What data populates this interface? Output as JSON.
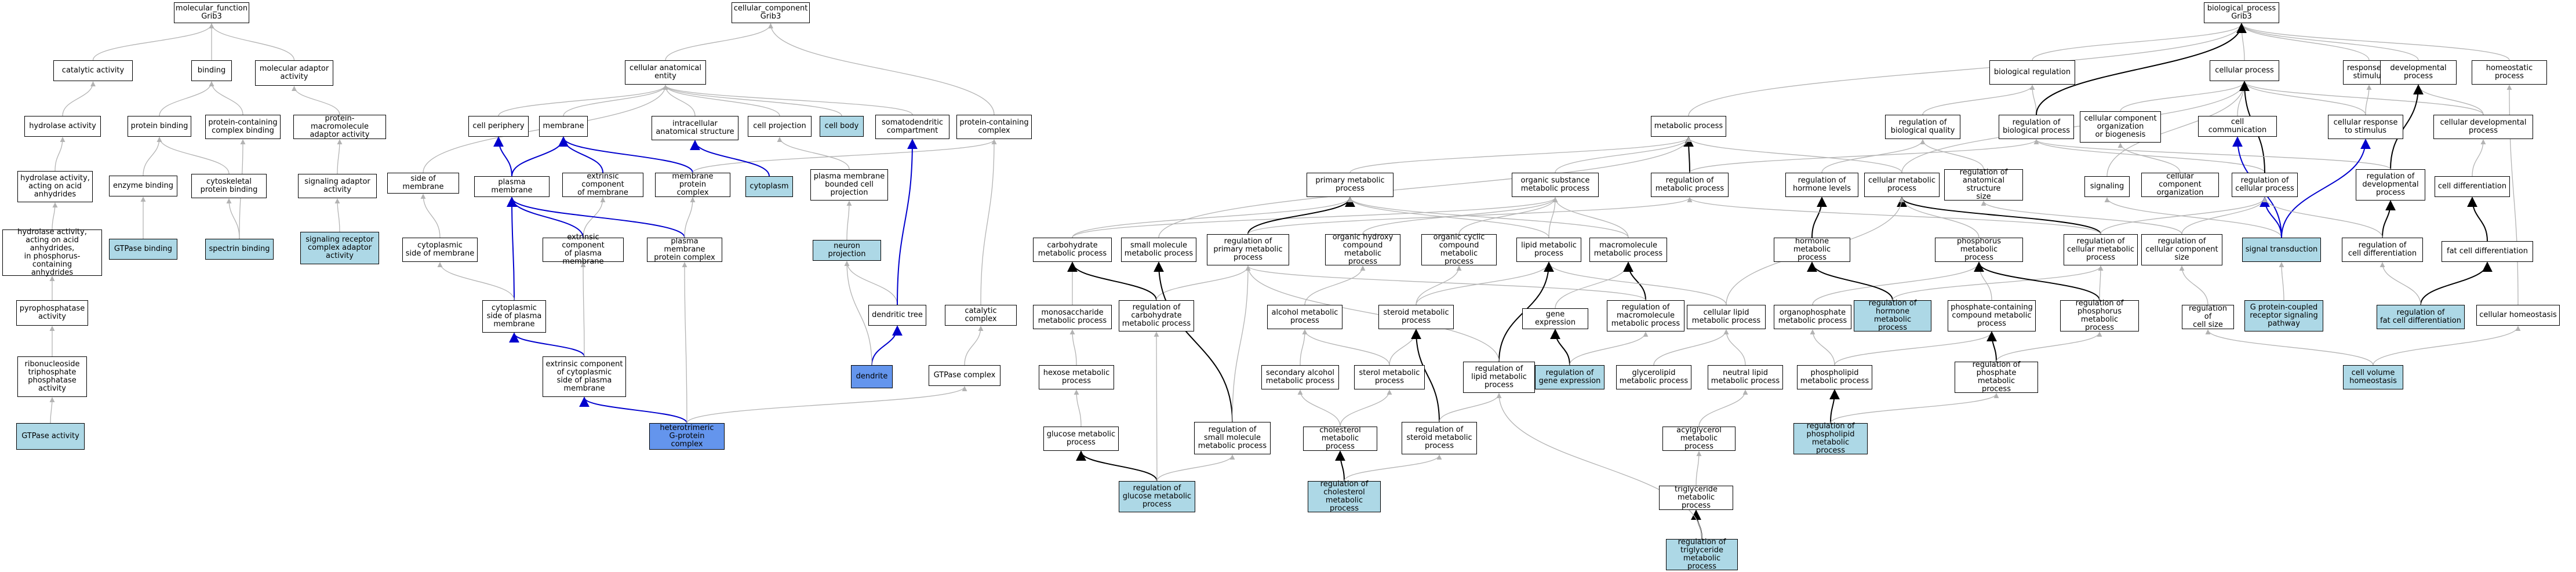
{
  "colors": {
    "highlight": "#add8e6",
    "highlight_dark": "#6495ed",
    "edge_gray": "#b3b3b3",
    "edge_black": "#000000",
    "edge_blue": "#0000cd"
  },
  "nodes": {
    "mf": "molecular_function\nGrib3",
    "cc": "cellular_component\nGrib3",
    "bp": "biological_process\nGrib3",
    "catalytic": "catalytic activity",
    "binding": "binding",
    "molAdaptor": "molecular adaptor\nactivity",
    "hydrolase": "hydrolase activity",
    "proteinBinding": "protein binding",
    "pcBinding": "protein-containing\ncomplex binding",
    "pmAdaptor": "protein-macromolecule\nadaptor activity",
    "hydAcid": "hydrolase activity,\nacting on acid\nanhydrides",
    "enzymeBinding": "enzyme binding",
    "cytoskBinding": "cytoskeletal\nprotein binding",
    "sigAdaptor": "signaling adaptor\nactivity",
    "hydPhos": "hydrolase activity,\nacting on acid\nanhydrides,\nin phosphorus-containing\nanhydrides",
    "gtpaseBinding": "GTPase binding",
    "spectrin": "spectrin binding",
    "srcAdaptor": "signaling receptor\ncomplex adaptor\nactivity",
    "pyro": "pyrophosphatase\nactivity",
    "ribo": "ribonucleoside\ntriphosphate\nphosphatase\nactivity",
    "gtpaseAct": "GTPase activity",
    "cae": "cellular anatomical\nentity",
    "cellPeriphery": "cell periphery",
    "membrane": "membrane",
    "intracellular": "intracellular\nanatomical structure",
    "cellProjection": "cell projection",
    "cellBody": "cell body",
    "somato": "somatodendritic\ncompartment",
    "pcComplex": "protein-containing\ncomplex",
    "sideMembrane": "side of membrane",
    "plasmaMembrane": "plasma membrane",
    "extrinsicMembrane": "extrinsic component\nof membrane",
    "mpComplex": "membrane protein\ncomplex",
    "cytoplasm": "cytoplasm",
    "pmbProjection": "plasma membrane\nbounded cell\nprojection",
    "cytoSide": "cytoplasmic\nside of membrane",
    "extrinsicPM": "extrinsic component\nof plasma membrane",
    "pmpComplex": "plasma membrane\nprotein complex",
    "neuronProj": "neuron projection",
    "cytoSidePM": "cytoplasmic\nside of plasma\nmembrane",
    "dendriteTree": "dendritic tree",
    "catalyticComplex": "catalytic complex",
    "extrinsicCyto": "extrinsic component\nof cytoplasmic\nside of plasma\nmembrane",
    "dendrite": "dendrite",
    "gtpaseComplex": "GTPase complex",
    "hetG": "heterotrimeric\nG-protein complex",
    "bioReg": "biological regulation",
    "cellProcess": "cellular process",
    "respStim": "response to\nstimulus",
    "devProcess": "developmental\nprocess",
    "homeoProcess": "homeostatic\nprocess",
    "metProcess": "metabolic process",
    "regBioQual": "regulation of\nbiological quality",
    "regBioProc": "regulation of\nbiological process",
    "ccOrgBio": "cellular component\norganization\nor biogenesis",
    "cellComm": "cell communication",
    "cellRespStim": "cellular response\nto stimulus",
    "cellDevProc": "cellular developmental\nprocess",
    "primMet": "primary metabolic\nprocess",
    "orgSubMet": "organic substance\nmetabolic process",
    "regMetProc": "regulation of\nmetabolic process",
    "regHormLevels": "regulation of\nhormone levels",
    "cellMetProc": "cellular metabolic\nprocess",
    "regAnatSize": "regulation of\nanatomical structure\nsize",
    "signaling": "signaling",
    "ccOrg": "cellular component\norganization",
    "regCellProc": "regulation of\ncellular process",
    "regDevProc": "regulation of\ndevelopmental\nprocess",
    "cellDiff": "cell differentiation",
    "carbMet": "carbohydrate\nmetabolic process",
    "smMet": "small molecule\nmetabolic process",
    "regPrimMet": "regulation of\nprimary metabolic\nprocess",
    "ohMet": "organic hydroxy\ncompound metabolic\nprocess",
    "ocMet": "organic cyclic\ncompound metabolic\nprocess",
    "lipidMet": "lipid metabolic\nprocess",
    "macroMet": "macromolecule\nmetabolic process",
    "hormMet": "hormone metabolic\nprocess",
    "phosMet": "phosphorus metabolic\nprocess",
    "regCellMet": "regulation of\ncellular metabolic\nprocess",
    "regCCSize": "regulation of\ncellular component\nsize",
    "sigTrans": "signal transduction",
    "regCellDiff": "regulation of\ncell differentiation",
    "fatDiff": "fat cell differentiation",
    "monoMet": "monosaccharide\nmetabolic process",
    "regCarbMet": "regulation of\ncarbohydrate\nmetabolic process",
    "alcMet": "alcohol metabolic\nprocess",
    "steroidMet": "steroid metabolic\nprocess",
    "geneExpr": "gene expression",
    "regMacroMet": "regulation of\nmacromolecule\nmetabolic process",
    "cellLipidMet": "cellular lipid\nmetabolic process",
    "organoPhos": "organophosphate\nmetabolic process",
    "regHormMet": "regulation of\nhormone metabolic\nprocess",
    "phosContMet": "phosphate-containing\ncompound metabolic\nprocess",
    "regPhosMet": "regulation of\nphosphorus metabolic\nprocess",
    "regCellSize": "regulation of\ncell size",
    "gpcr": "G protein-coupled\nreceptor signaling\npathway",
    "regFatDiff": "regulation of\nfat cell differentiation",
    "cellHomeo": "cellular homeostasis",
    "hexMet": "hexose metabolic\nprocess",
    "secAlcMet": "secondary alcohol\nmetabolic process",
    "sterolMet": "sterol metabolic\nprocess",
    "regLipidMet": "regulation of\nlipid metabolic\nprocess",
    "regGeneExpr": "regulation of\ngene expression",
    "glycMet": "glycerolipid\nmetabolic process",
    "neutLipMet": "neutral lipid\nmetabolic process",
    "phospholipidMet": "phospholipid\nmetabolic process",
    "regPhosphateMet": "regulation of\nphosphate metabolic\nprocess",
    "cellVolHomeo": "cell volume\nhomeostasis",
    "glucMet": "glucose metabolic\nprocess",
    "regSmMet": "regulation of\nsmall molecule\nmetabolic process",
    "cholMet": "cholesterol\nmetabolic process",
    "regSteroidMet": "regulation of\nsteroid metabolic\nprocess",
    "acylMet": "acylglycerol\nmetabolic process",
    "regPhospholipid": "regulation of\nphospholipid\nmetabolic process",
    "regGlucMet": "regulation of\nglucose metabolic\nprocess",
    "regCholMet": "regulation of\ncholesterol\nmetabolic process",
    "trigMet": "triglyceride\nmetabolic process",
    "regTrigMet": "regulation of\ntriglyceride\nmetabolic process"
  }
}
